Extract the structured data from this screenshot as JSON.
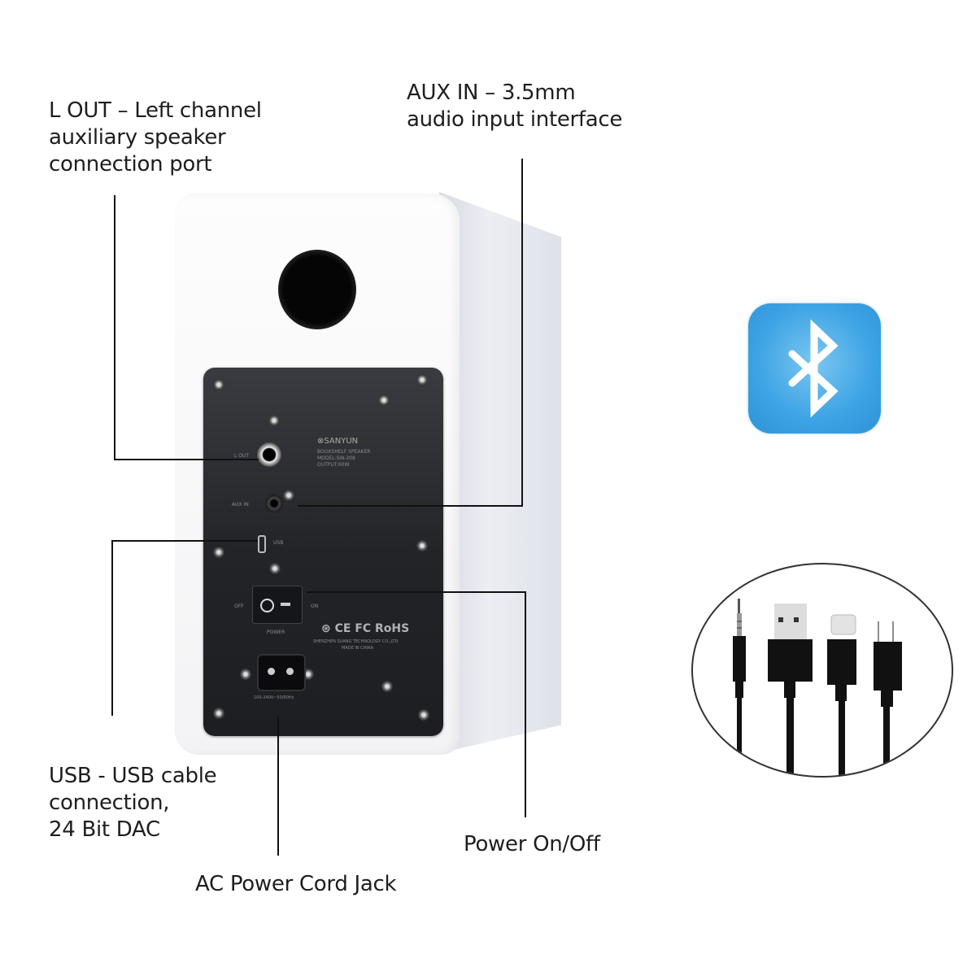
{
  "callouts": {
    "l_out": "L OUT  –  Left channel\nauxiliary speaker\nconnection port",
    "aux_in": "AUX IN  –  3.5mm\naudio input interface",
    "usb": "USB - USB cable\nconnection,\n24 Bit DAC",
    "power": "Power On/Off",
    "ac": "AC Power Cord Jack"
  },
  "panel": {
    "brand": "⊗SANYUN",
    "product": "BOOKSHELF SPEAKER",
    "model": "MODEL:SW-208",
    "output": "OUTPUT:60W",
    "l_out_label": "L OUT",
    "aux_label": "AUX IN",
    "usb_label": "USB",
    "off_label": "OFF",
    "on_label": "ON",
    "power_label": "POWER",
    "certs": "⊛ CE FC RoHS",
    "maker": "SHENZHEN SUANG TECHNOLOGY CO.,LTD",
    "origin": "MADE IN CHINA",
    "voltage": "100-240V~50/60Hz"
  },
  "icons": {
    "bluetooth": "bluetooth-icon",
    "cables": [
      "3.5mm-aux-plug",
      "usb-a-plug",
      "usb-c-plug",
      "micro-usb-plug"
    ]
  },
  "colors": {
    "bluetooth_bg": "#3ca3e4",
    "panel": "#232428",
    "speaker_body": "#f6f6f8"
  }
}
